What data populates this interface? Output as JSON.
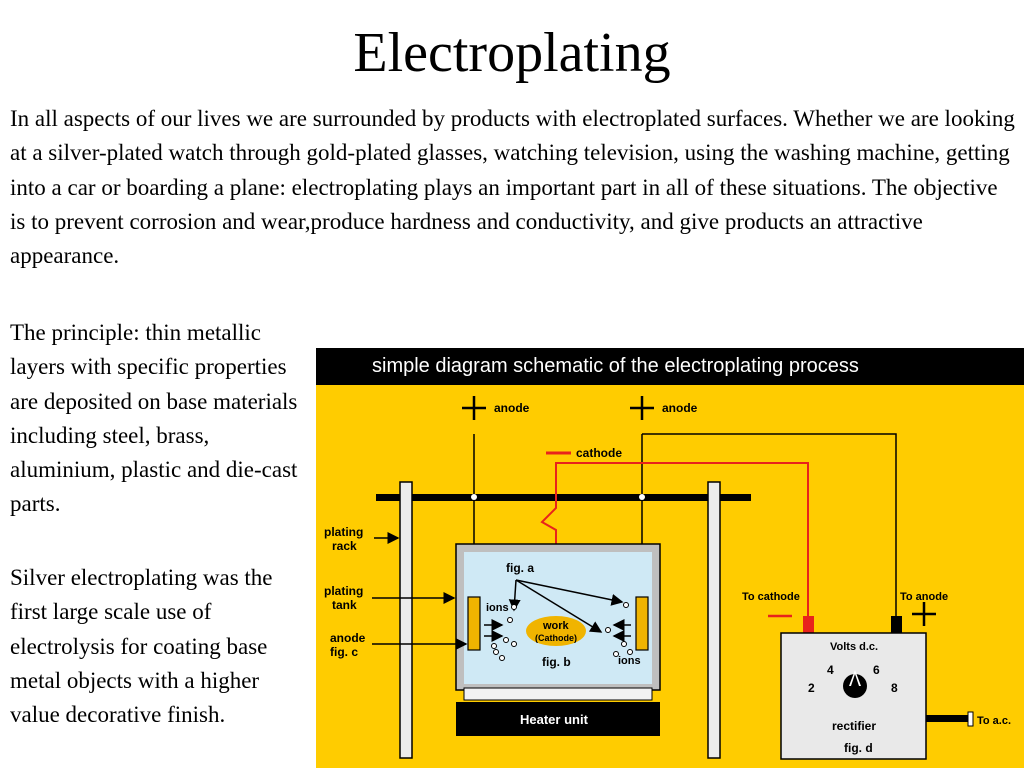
{
  "slide": {
    "title": "Electroplating",
    "intro": "In all aspects of our lives we are surrounded by products with electroplated surfaces. Whether we are looking at a silver-plated watch through gold-plated glasses, watching television, using the washing machine, getting into a car or boarding a plane: electroplating plays an important part in all of these situations. The objective is to prevent corrosion and wear,produce hardness and conductivity, and give products an attractive appearance.",
    "principle": "The principle: thin metallic layers with specific properties are deposited on base materials including steel, brass, aluminium, plastic and die-cast parts.",
    "silver": "Silver electroplating was the first large scale use of electrolysis for coating base metal objects with a higher value decorative finish."
  },
  "diagram": {
    "header": "simple diagram schematic of the electroplating process",
    "labels": {
      "anode_left": "anode",
      "anode_right": "anode",
      "cathode": "cathode",
      "plating_rack_1": "plating",
      "plating_rack_2": "rack",
      "plating_tank_1": "plating",
      "plating_tank_2": "tank",
      "anode_fig_c_1": "anode",
      "anode_fig_c_2": "fig. c",
      "fig_a": "fig. a",
      "ions_left": "ions",
      "ions_right": "ions",
      "work": "work",
      "cathode_paren": "(Cathode)",
      "fig_b": "fig. b",
      "heater": "Heater unit",
      "to_cathode": "To cathode",
      "to_anode": "To anode",
      "volts": "Volts d.c.",
      "dial_2": "2",
      "dial_4": "4",
      "dial_6": "6",
      "dial_8": "8",
      "rectifier": "rectifier",
      "fig_d": "fig. d",
      "to_ac": "To a.c."
    },
    "colors": {
      "background": "#ffcc00",
      "header_bar": "#000000",
      "cathode_wire": "#e8231c",
      "electrolyte": "#cfe9f5",
      "anode_plate": "#f0b400",
      "work_piece": "#f0b400",
      "rectifier_box": "#e9e9e9"
    }
  }
}
